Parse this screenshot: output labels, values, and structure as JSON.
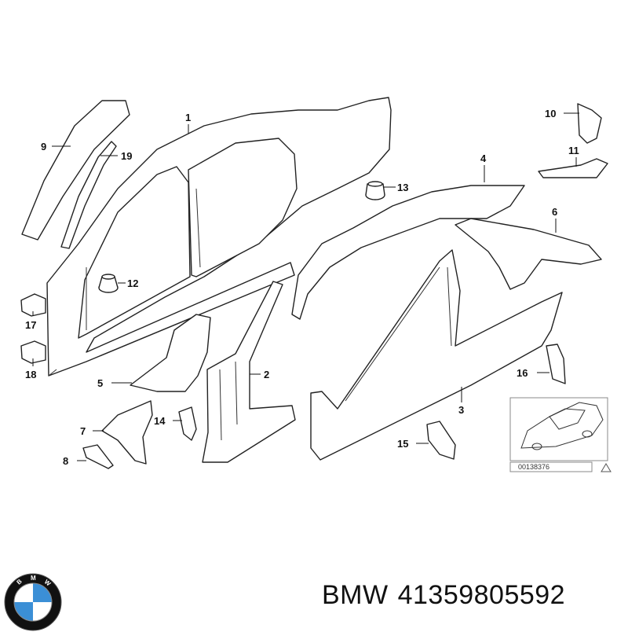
{
  "diagram": {
    "callouts": [
      "1",
      "2",
      "3",
      "4",
      "5",
      "6",
      "7",
      "8",
      "9",
      "10",
      "11",
      "12",
      "13",
      "14",
      "15",
      "16",
      "17",
      "18",
      "19"
    ],
    "reference_number": "00138376"
  },
  "footer": {
    "brand": "BMW",
    "part_number": "41359805592"
  },
  "logo": {
    "icon": "bmw-roundel-icon",
    "colors": {
      "ring": "#111111",
      "blue": "#3b8fd6",
      "white": "#ffffff"
    }
  }
}
